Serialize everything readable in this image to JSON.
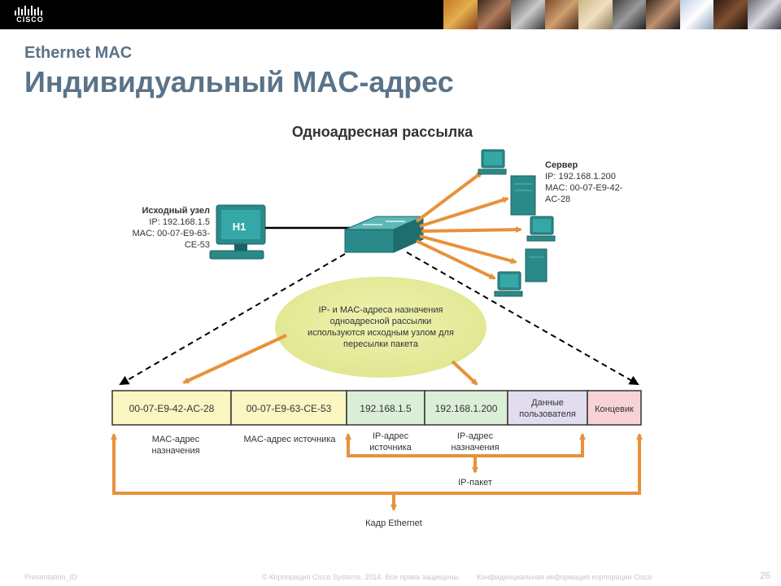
{
  "header": {
    "logo_text": "CISCO",
    "subtitle": "Ethernet MAC",
    "title": "Индивидуальный MAC-адрес"
  },
  "diagram": {
    "heading": "Одноадресная рассылка",
    "source_host": {
      "label": "Исходный узел",
      "ip": "IP: 192.168.1.5",
      "mac_line1": "MAC: 00-07-E9-63-",
      "mac_line2": "CE-53",
      "badge": "H1"
    },
    "server": {
      "label": "Сервер",
      "ip": "IP: 192.168.1.200",
      "mac_line1": "MAC: 00-07-E9-42-",
      "mac_line2": "AC-28"
    },
    "bubble": [
      "IP- и MAC-адреса назначения",
      "одноадресной рассылки",
      "используются исходным узлом для",
      "пересылки пакета"
    ],
    "frame_fields": [
      {
        "text": "00-07-E9-42-AC-28",
        "color": "#fcf6c2"
      },
      {
        "text": "00-07-E9-63-CE-53",
        "color": "#fcf6c2"
      },
      {
        "text": "192.168.1.5",
        "color": "#dbeed8"
      },
      {
        "text": "192.168.1.200",
        "color": "#dbeed8"
      },
      {
        "text_line1": "Данные",
        "text_line2": "пользователя",
        "color": "#e2dcef"
      },
      {
        "text": "Концевик",
        "color": "#f8d3d5"
      }
    ],
    "field_labels": {
      "dest_mac_1": "MAC-адрес",
      "dest_mac_2": "назначения",
      "src_mac": "MAC-адрес источника",
      "src_ip_1": "IP-адрес",
      "src_ip_2": "источника",
      "dst_ip_1": "IP-адрес",
      "dst_ip_2": "назначения",
      "ip_packet": "IP-пакет",
      "ethernet_frame": "Кадр Ethernet"
    },
    "colors": {
      "accent": "#e8913a",
      "title": "#5a7389",
      "teal": "#2a8a8a"
    }
  },
  "footer": {
    "presentation_id": "Presentation_ID",
    "copyright": "© Корпорация Cisco Systems, 2014. Все права защищены.",
    "confidential": "Конфиденциальная информация корпорации Cisco",
    "page": "26"
  }
}
